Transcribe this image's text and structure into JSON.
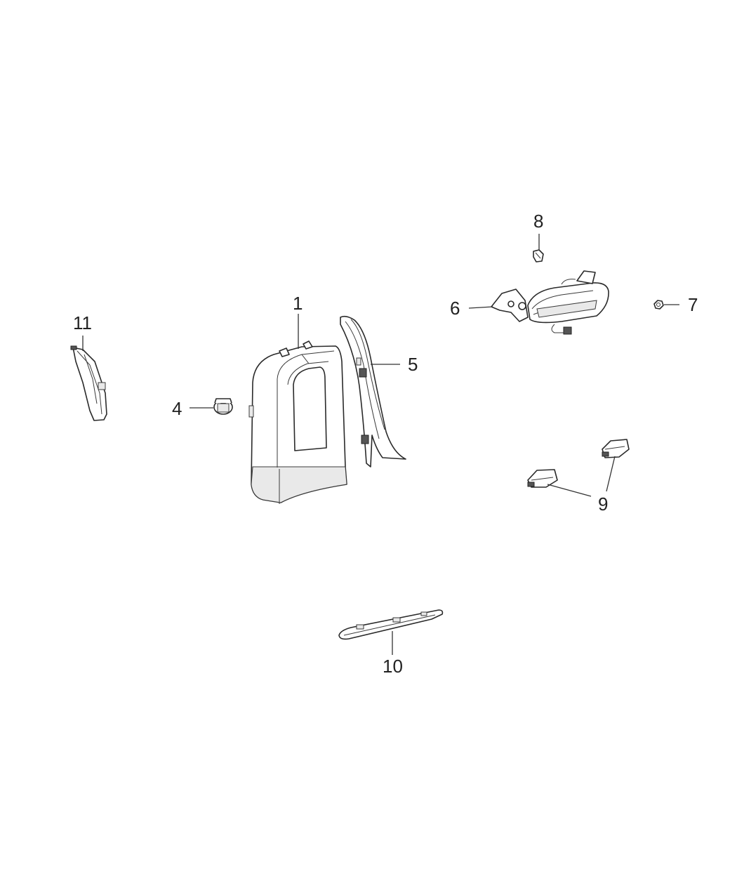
{
  "callouts": {
    "c1": "1",
    "c4": "4",
    "c5": "5",
    "c6": "6",
    "c7": "7",
    "c8": "8",
    "c9": "9",
    "c10": "10",
    "c11": "11"
  }
}
